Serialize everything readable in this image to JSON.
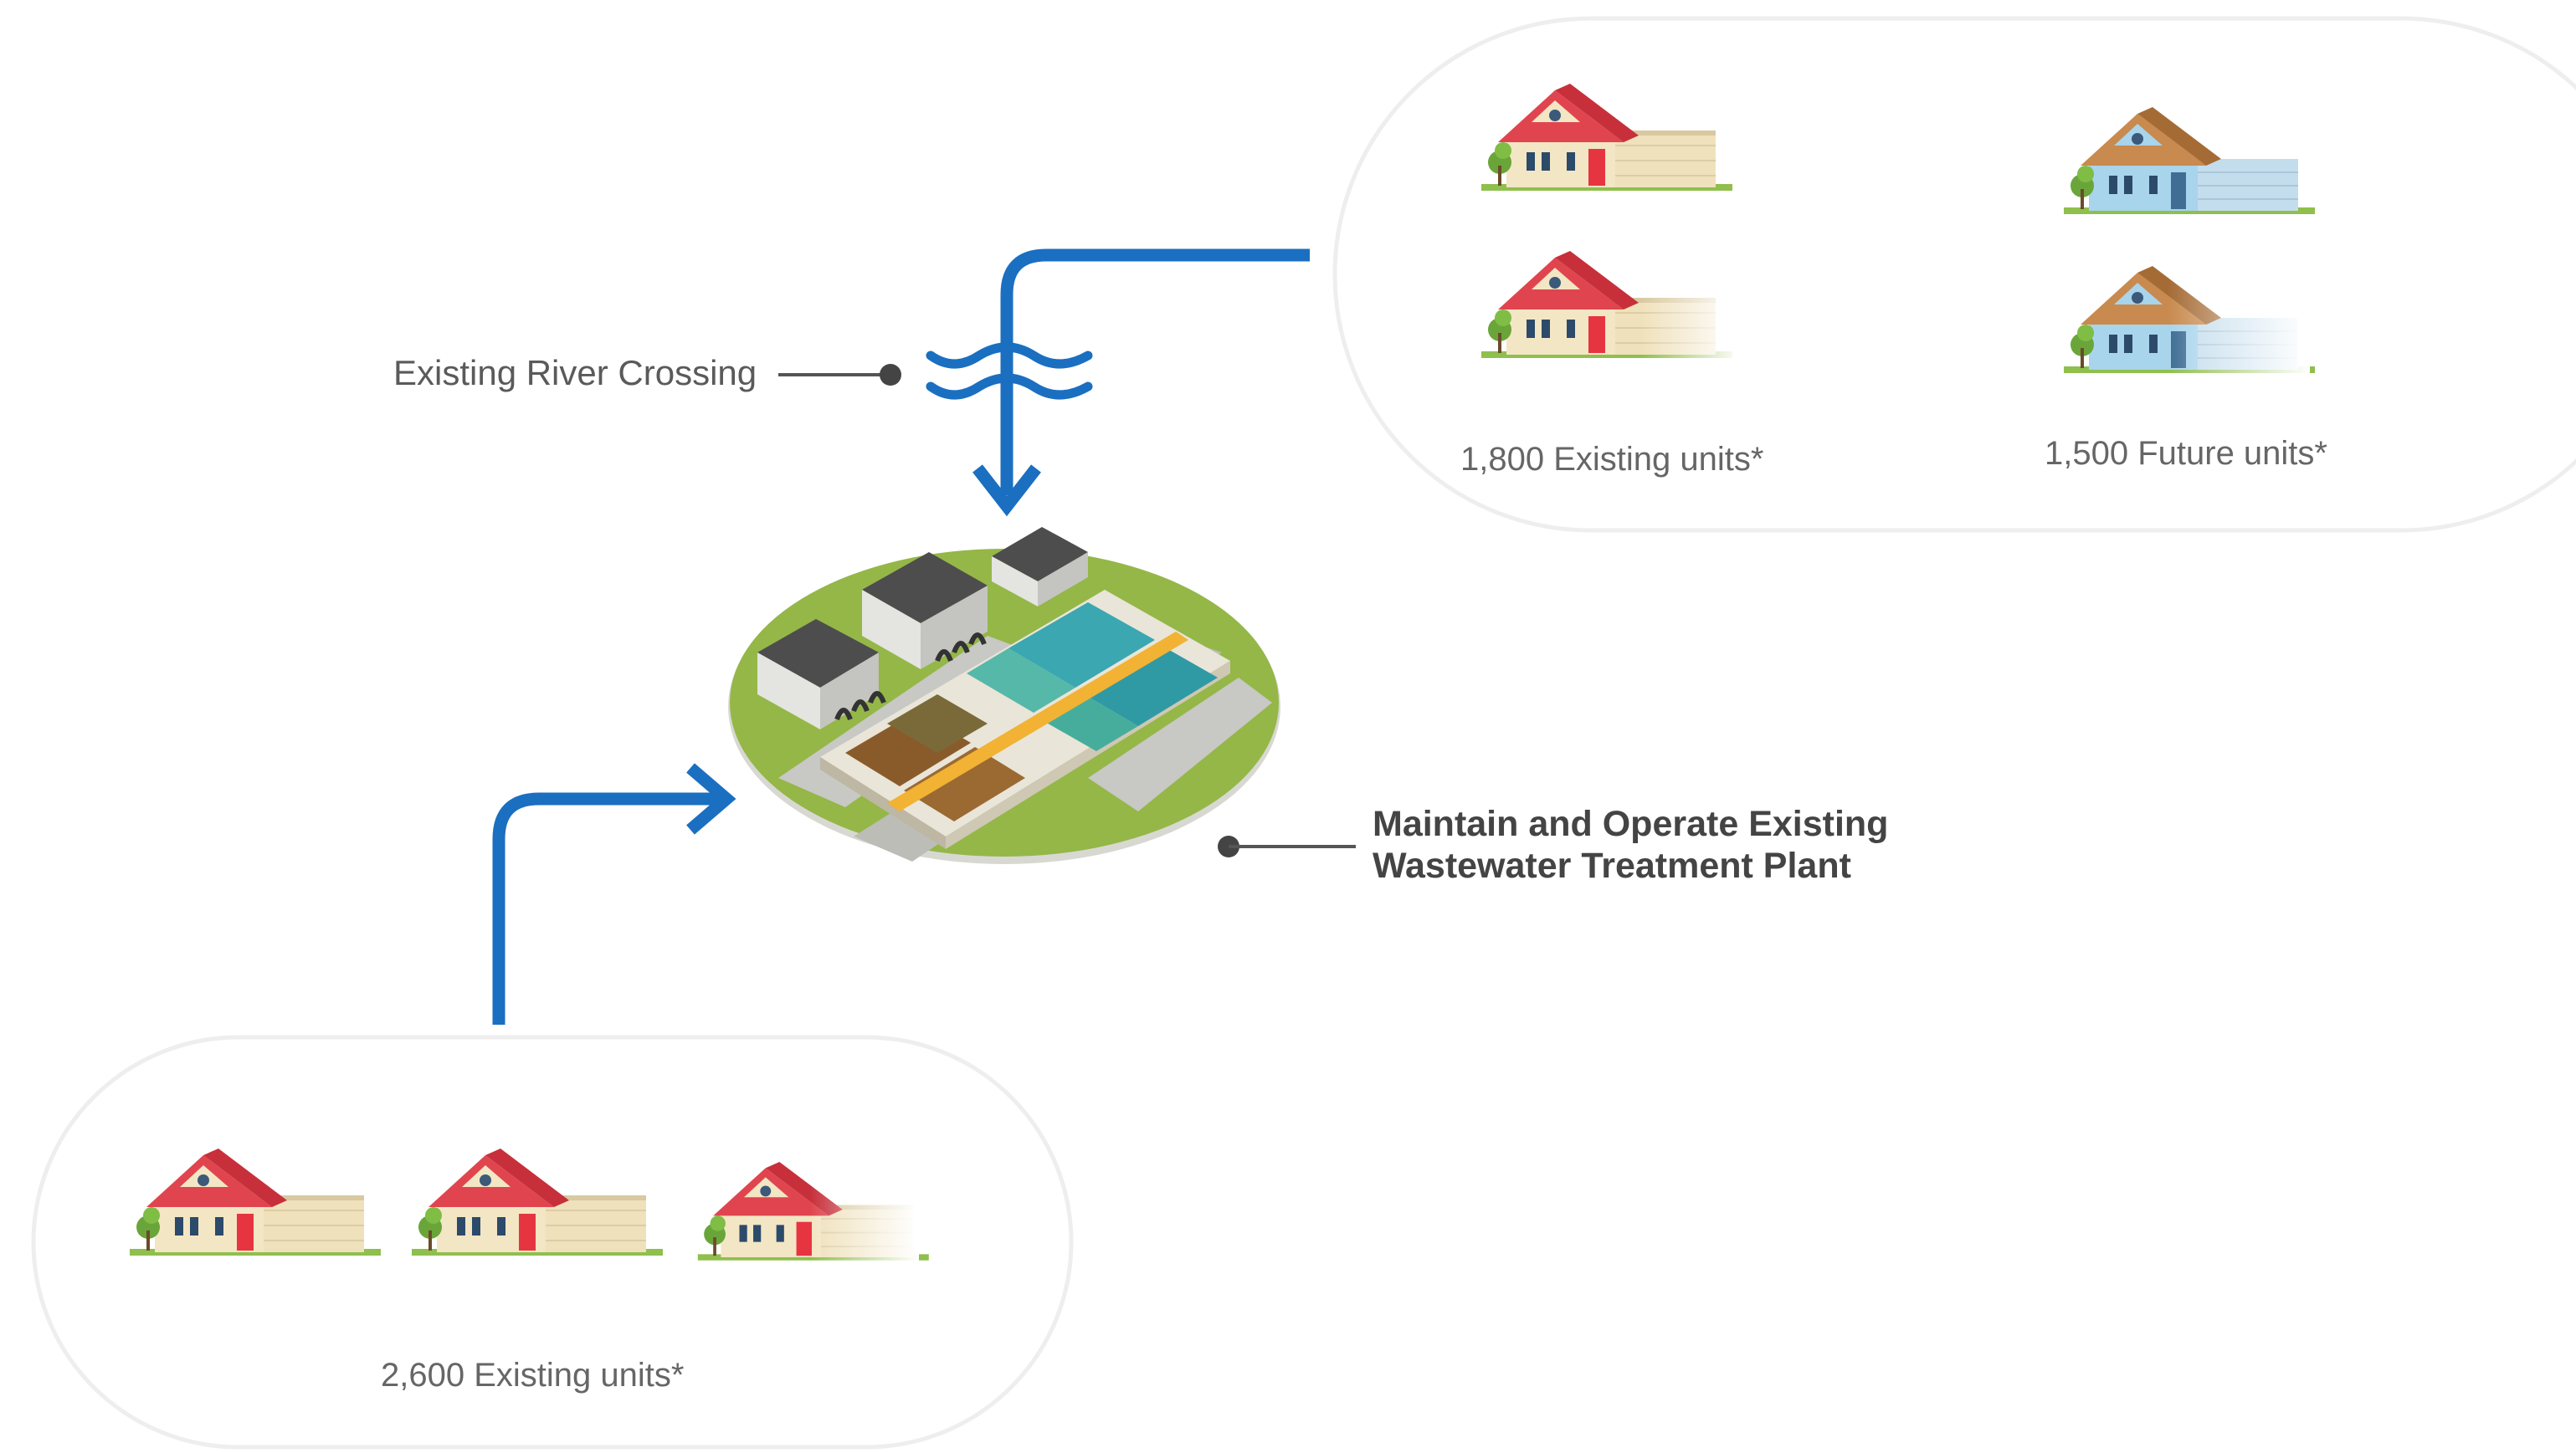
{
  "labels": {
    "river_crossing": "Existing River Crossing",
    "plant_line1": "Maintain and Operate Existing",
    "plant_line2": "Wastewater Treatment Plant",
    "existing_1800": "1,800 Existing units*",
    "future_1500": "1,500 Future units*",
    "existing_2600": "2,600 Existing units*"
  },
  "colors": {
    "flow_arrow": "#1a6fc1",
    "panel_border": "#eeeeee",
    "house_roof_red": "#e0454f",
    "house_roof_brown": "#b97f45",
    "house_wall_cream": "#f3e6c4",
    "house_wall_blue": "#a8d4ec",
    "ground_green": "#9cba4a",
    "water_teal": "#3aa7b1",
    "water_brown": "#8a5b2a"
  },
  "icons": {
    "water": "water-waves-icon",
    "house": "house-icon",
    "plant": "treatment-plant-icon"
  }
}
